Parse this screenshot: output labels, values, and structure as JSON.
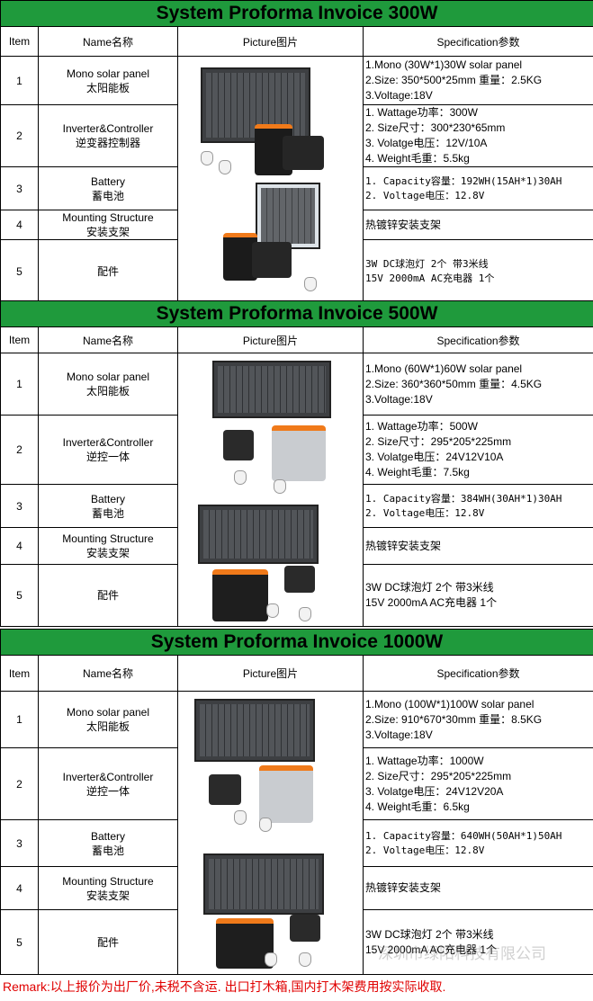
{
  "headers": {
    "item": "Item",
    "name": "Name名称",
    "picture": "Picture图片",
    "spec": "Specification参数"
  },
  "sections": [
    {
      "title": "System Proforma Invoice  300W",
      "rows": [
        {
          "item": "1",
          "name": [
            "Mono solar panel",
            "太阳能板"
          ],
          "spec": [
            "1.Mono (30W*1)30W solar panel",
            "2.Size: 350*500*25mm  重量：2.5KG",
            "3.Voltage:18V"
          ]
        },
        {
          "item": "2",
          "name": [
            "Inverter&Controller",
            "逆变器控制器"
          ],
          "spec": [
            "1. Wattage功率：300W",
            "2. Size尺寸：300*230*65mm",
            "3. Volatge电压：12V/10A",
            "4. Weight毛重：5.5kg"
          ]
        },
        {
          "item": "3",
          "name": [
            "Battery",
            "蓄电池"
          ],
          "spec": [
            "1.  Capacity容量：192WH(15AH*1)30AH",
            "2.  Voltage电压：12.8V"
          ]
        },
        {
          "item": "4",
          "name": [
            "Mounting Structure",
            "安装支架"
          ],
          "spec": [
            "热镀锌安装支架"
          ]
        },
        {
          "item": "5",
          "name": [
            "配件"
          ],
          "spec": [
            "3W DC球泡灯 2个 带3米线",
            "15V 2000mA  AC充电器  1个"
          ]
        }
      ]
    },
    {
      "title": "System Proforma Invoice  500W",
      "rows": [
        {
          "item": "1",
          "name": [
            "Mono solar panel",
            "太阳能板"
          ],
          "spec": [
            "1.Mono (60W*1)60W solar panel",
            "2.Size: 360*360*50mm  重量：4.5KG",
            "3.Voltage:18V"
          ]
        },
        {
          "item": "2",
          "name": [
            "Inverter&Controller",
            "逆控一体"
          ],
          "spec": [
            "1. Wattage功率：500W",
            "2. Size尺寸：295*205*225mm",
            "3. Volatge电压：24V12V10A",
            "4. Weight毛重：7.5kg"
          ]
        },
        {
          "item": "3",
          "name": [
            "Battery",
            "蓄电池"
          ],
          "spec": [
            "1.  Capacity容量：384WH(30AH*1)30AH",
            "2.  Voltage电压：12.8V"
          ]
        },
        {
          "item": "4",
          "name": [
            "Mounting Structure",
            "安装支架"
          ],
          "spec": [
            "热镀锌安装支架"
          ]
        },
        {
          "item": "5",
          "name": [
            "配件"
          ],
          "spec": [
            "3W DC球泡灯 2个 带3米线",
            "15V 2000mA  AC充电器  1个"
          ]
        }
      ]
    },
    {
      "title": "System Proforma Invoice  1000W",
      "rows": [
        {
          "item": "1",
          "name": [
            "Mono solar panel",
            "太阳能板"
          ],
          "spec": [
            "1.Mono (100W*1)100W solar panel",
            "2.Size: 910*670*30mm  重量：8.5KG",
            "3.Voltage:18V"
          ]
        },
        {
          "item": "2",
          "name": [
            "Inverter&Controller",
            "逆控一体"
          ],
          "spec": [
            "1. Wattage功率：1000W",
            "2. Size尺寸：295*205*225mm",
            "3. Volatge电压：24V12V20A",
            "4. Weight毛重：6.5kg"
          ]
        },
        {
          "item": "3",
          "name": [
            "Battery",
            "蓄电池"
          ],
          "spec": [
            "1.  Capacity容量：640WH(50AH*1)50AH",
            "2.  Voltage电压：12.8V"
          ]
        },
        {
          "item": "4",
          "name": [
            "Mounting Structure",
            "安装支架"
          ],
          "spec": [
            "热镀锌安装支架"
          ]
        },
        {
          "item": "5",
          "name": [
            "配件"
          ],
          "spec": [
            "3W DC球泡灯 2个 带3米线",
            "15V 2000mA  AC充电器  1个"
          ]
        }
      ]
    }
  ],
  "remark": "Remark:以上报价为出厂价,未税不含运. 出口打木箱,国内打木架费用按实际收取.",
  "watermark": "深圳市绿阳科技有限公司",
  "colors": {
    "title_bg": "#1f9a3c",
    "remark": "#e00000"
  }
}
